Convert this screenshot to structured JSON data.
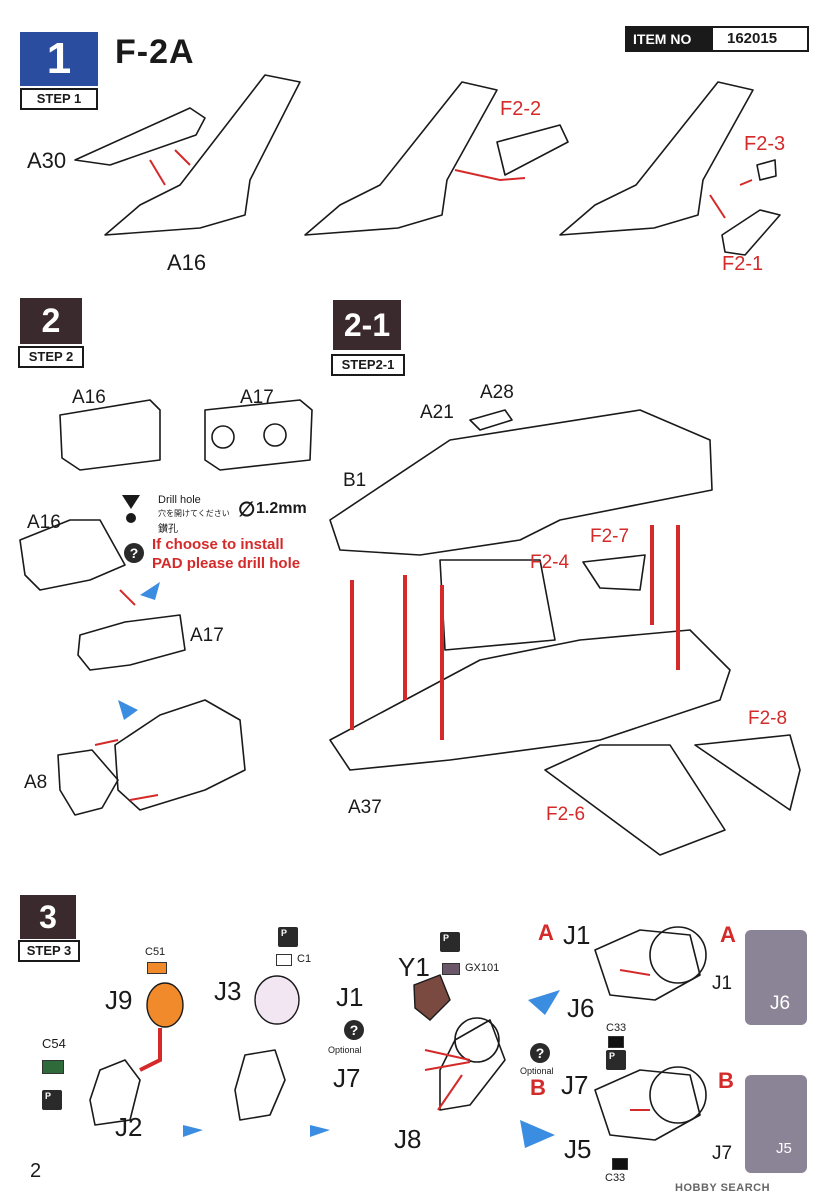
{
  "header": {
    "title": "F-2A",
    "item_label": "ITEM NO",
    "item_number": "162015"
  },
  "step1": {
    "number": "1",
    "label": "STEP 1",
    "parts": {
      "a30": "A30",
      "a16": "A16",
      "f2_2": "F2-2",
      "f2_3": "F2-3",
      "f2_1": "F2-1"
    }
  },
  "step2": {
    "number": "2",
    "label": "STEP 2",
    "parts": {
      "a16_top": "A16",
      "a17_top": "A17",
      "a16_mid": "A16",
      "a17_mid": "A17",
      "a8": "A8"
    },
    "drill": {
      "title": "Drill hole",
      "jp1": "穴を開けてください",
      "jp2": "鑚孔",
      "size": "1.2mm"
    },
    "note_line1": "If  choose to install",
    "note_line2": "PAD please drill  hole"
  },
  "step21": {
    "number": "2-1",
    "label": "STEP2-1",
    "parts": {
      "a21": "A21",
      "a28": "A28",
      "b1": "B1",
      "f2_7": "F2-7",
      "f2_4": "F2-4",
      "f2_8": "F2-8",
      "f2_6": "F2-6",
      "a37": "A37"
    }
  },
  "step3": {
    "number": "3",
    "label": "STEP 3",
    "parts": {
      "c51": "C51",
      "j9": "J9",
      "c54": "C54",
      "j2": "J2",
      "j3": "J3",
      "c1": "C1",
      "y1": "Y1",
      "gx101": "GX101",
      "j1": "J1",
      "j7": "J7",
      "j8": "J8",
      "optional": "Optional",
      "optional2": "Optional",
      "a_j1": "J1",
      "a_j6": "J6",
      "a_c33": "C33",
      "b_j7": "J7",
      "b_j5": "J5",
      "b_c33": "C33",
      "photo_j1": "J1",
      "photo_j6": "J6",
      "photo_j7": "J7",
      "photo_j5": "J5"
    },
    "variants": {
      "a": "A",
      "b": "B",
      "a_photo": "A",
      "b_photo": "B"
    }
  },
  "footer": {
    "page_number": "2",
    "watermark": "HOBBY SEARCH"
  },
  "colors": {
    "step_dark": "#3a2a2e",
    "step_blue": "#2b4da0",
    "annotation_red": "#d42a2a",
    "arrow_blue": "#3a8de0",
    "c51": "#f08a2a",
    "c54": "#2f6b3a",
    "gx101": "#6a5868",
    "c1": "#ffffff",
    "c33": "#111111"
  }
}
